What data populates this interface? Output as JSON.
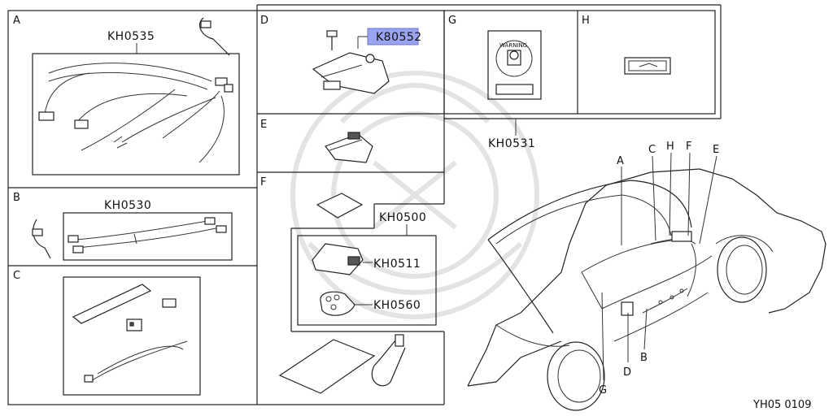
{
  "panels": {
    "A": {
      "letter": "A",
      "code": "KH0535"
    },
    "B": {
      "letter": "B",
      "code": "KH0530"
    },
    "C": {
      "letter": "C"
    },
    "D": {
      "letter": "D",
      "code": "K80552",
      "highlight_color": "#9aa3ee"
    },
    "E": {
      "letter": "E"
    },
    "F": {
      "letter": "F",
      "code": "KH0500",
      "sub_codes": [
        "KH0511",
        "KH0560"
      ]
    },
    "G": {
      "letter": "G",
      "warning_text": "WARNING"
    },
    "H": {
      "letter": "H"
    }
  },
  "assembly_code": "KH0531",
  "car_callouts": [
    "A",
    "C",
    "H",
    "F",
    "E",
    "G",
    "D",
    "B"
  ],
  "footer": "YH05 0109"
}
